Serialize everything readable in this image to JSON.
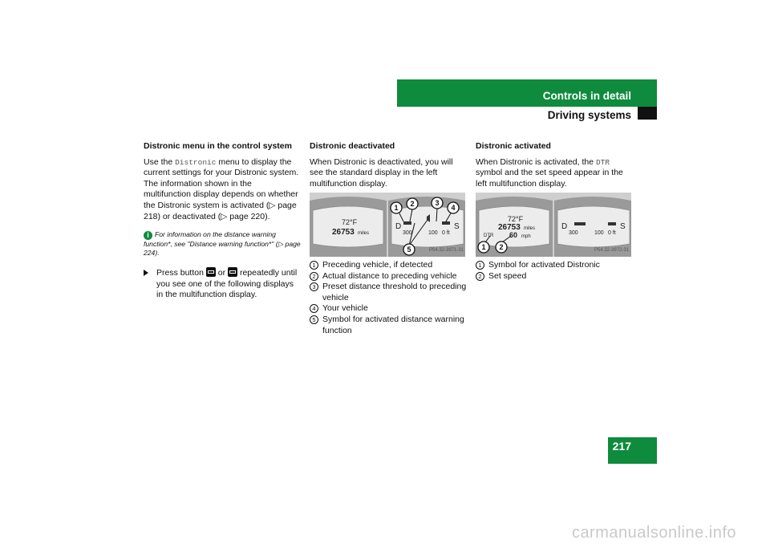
{
  "header": {
    "title": "Controls in detail",
    "subtitle": "Driving systems"
  },
  "page_number": "217",
  "col1": {
    "heading": "Distronic menu in the control system",
    "para_a": "Use the ",
    "menu_name": "Distronic",
    "para_b": " menu to display the current settings for your Distronic system. The information shown in the multifunction display depends on whether the Distronic system is activated (▷ page 218) or deactivated (▷ page 220).",
    "info": "For information on the distance warning function*, see \"Distance warning function*\" (▷ page 224).",
    "step_a": "Press button ",
    "step_or": " or ",
    "step_b": " repeatedly until you see one of the following displays in the multifunction display."
  },
  "col2": {
    "heading": "Distronic deactivated",
    "para": "When Distronic is deactivated, you will see the standard display in the left multifunction display.",
    "fig_code": "P54.32-3971-31",
    "display_left": {
      "temp": "72°F",
      "odo": "26753",
      "odo_unit": "miles"
    },
    "display_right": {
      "gear_left": "D",
      "gear_right": "S",
      "dist1": "300",
      "dist2": "100",
      "dist3": "0 ft"
    },
    "callouts": [
      "1",
      "2",
      "3",
      "4",
      "5"
    ],
    "legend": [
      {
        "num": "1",
        "text": "Preceding vehicle, if detected"
      },
      {
        "num": "2",
        "text": "Actual distance to preceding vehicle"
      },
      {
        "num": "3",
        "text": "Preset distance threshold to preceding vehicle"
      },
      {
        "num": "4",
        "text": "Your vehicle"
      },
      {
        "num": "5",
        "text": "Symbol for activated distance warning function"
      }
    ]
  },
  "col3": {
    "heading": "Distronic activated",
    "para_a": "When Distronic is activated, the ",
    "dtr": "DTR",
    "para_b": " symbol and the set speed appear in the left multifunction display.",
    "fig_code": "P54.32-3972-31",
    "display_left": {
      "temp": "72°F",
      "odo": "26753",
      "odo_unit": "miles",
      "dtr": "DTR",
      "speed": "60",
      "speed_unit": "mph"
    },
    "display_right": {
      "gear_left": "D",
      "gear_right": "S",
      "dist1": "300",
      "dist2": "100",
      "dist3": "0 ft"
    },
    "callouts": [
      "1",
      "2"
    ],
    "legend": [
      {
        "num": "1",
        "text": "Symbol for activated Distronic"
      },
      {
        "num": "2",
        "text": "Set speed"
      }
    ]
  },
  "footer": "carmanualsonline.info",
  "colors": {
    "brand_green": "#0f8b3d",
    "display_gray": "#cfcfcf"
  }
}
